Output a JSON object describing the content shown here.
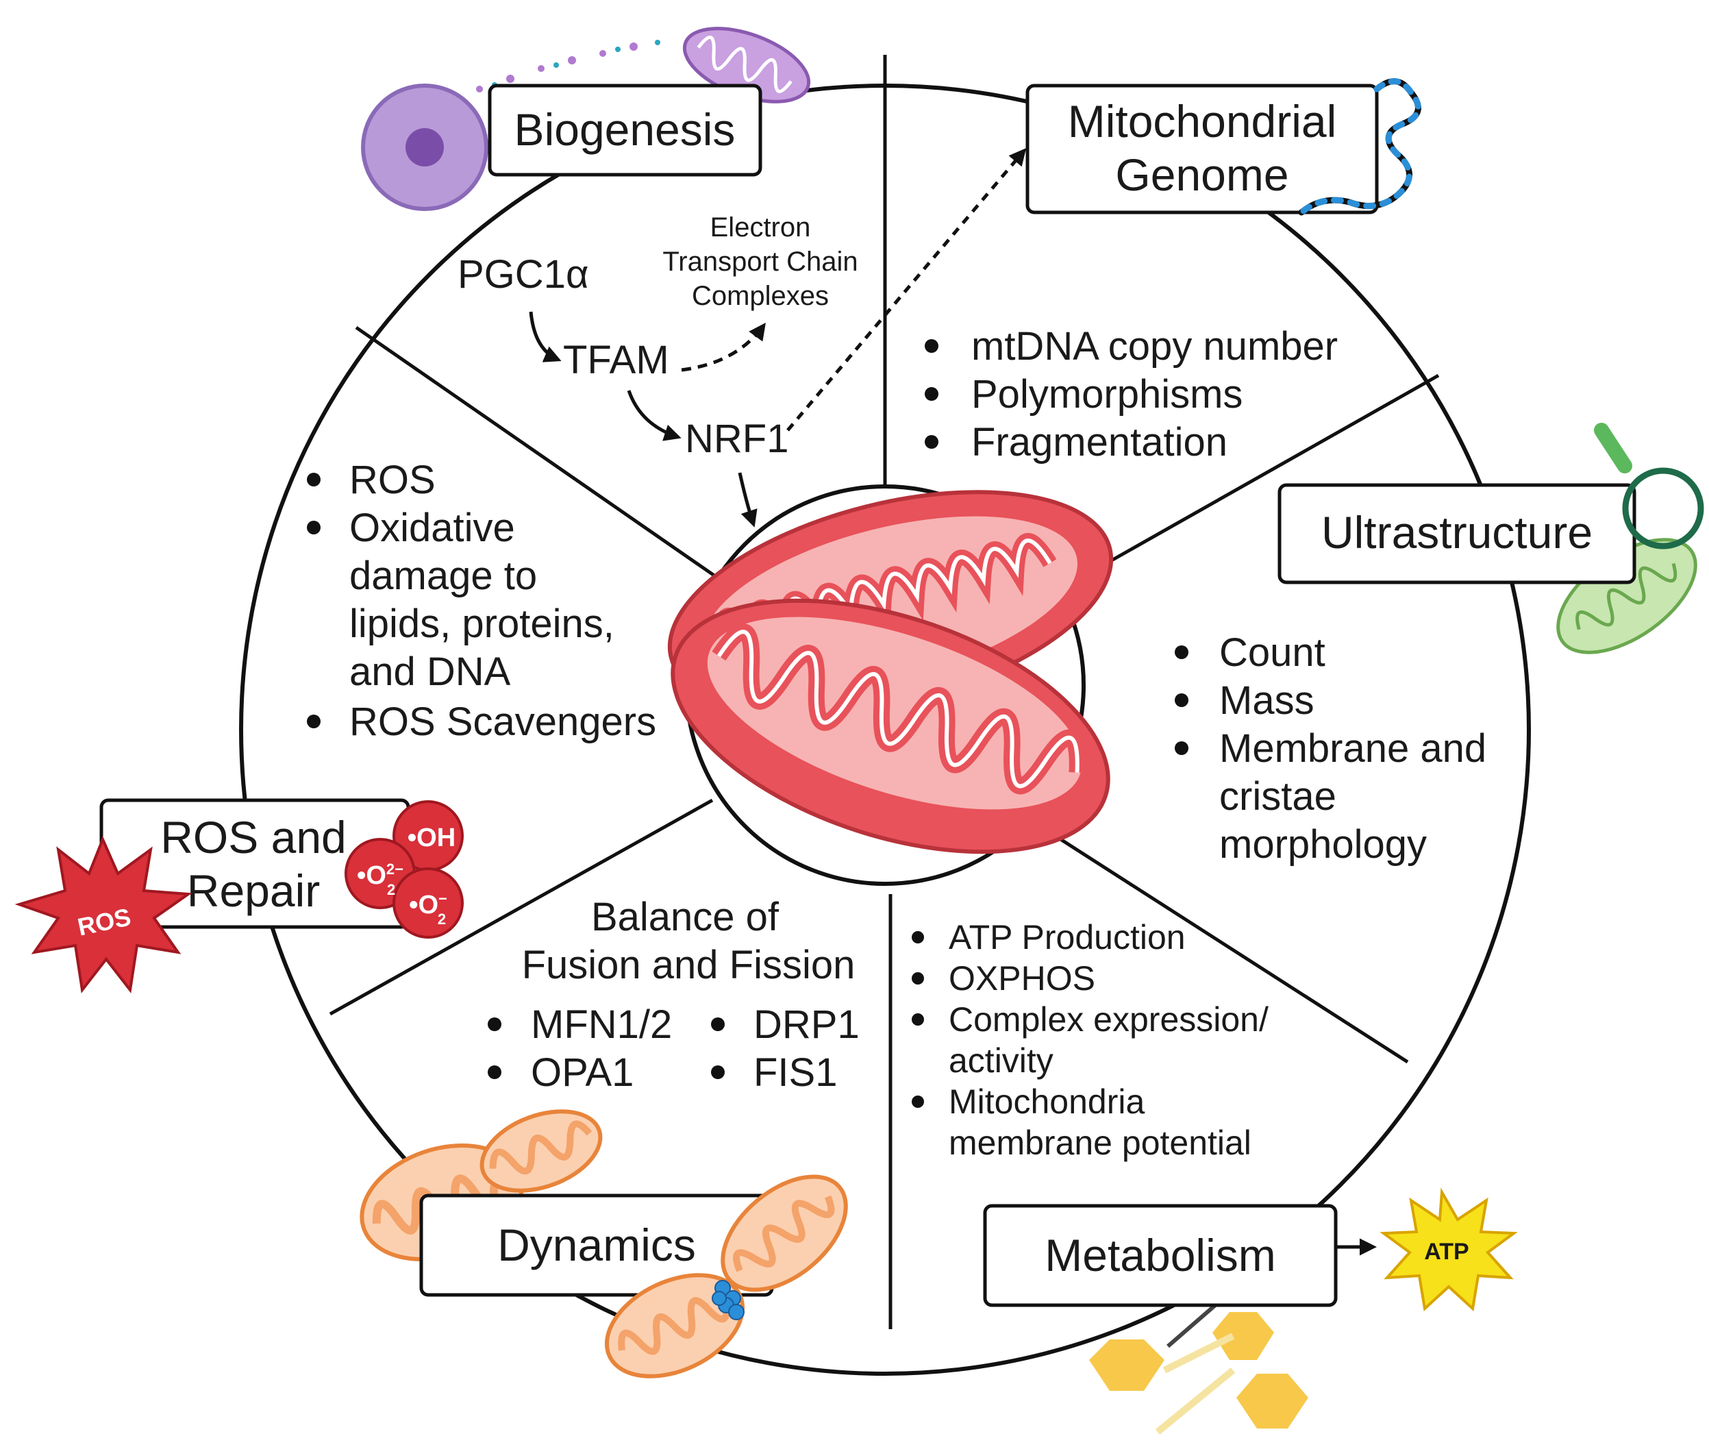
{
  "sections": {
    "biogenesis": {
      "title": "Biogenesis",
      "pathway": [
        "PGC1α",
        "TFAM",
        "NRF1"
      ],
      "etc_label": [
        "Electron",
        "Transport Chain",
        "Complexes"
      ]
    },
    "genome": {
      "title_lines": [
        "Mitochondrial",
        "Genome"
      ],
      "items": [
        "mtDNA copy number",
        "Polymorphisms",
        "Fragmentation"
      ]
    },
    "ultrastructure": {
      "title": "Ultrastructure",
      "items": [
        "Count",
        "Mass",
        "Membrane and",
        "cristae",
        "morphology"
      ]
    },
    "metabolism": {
      "title": "Metabolism",
      "items": [
        "ATP Production",
        "OXPHOS",
        "Complex expression/",
        "activity",
        "Mitochondria",
        "membrane potential"
      ],
      "atp_label": "ATP"
    },
    "dynamics": {
      "title": "Dynamics",
      "heading": [
        "Balance of",
        "Fusion and Fission"
      ],
      "fusion": [
        "MFN1/2",
        "OPA1"
      ],
      "fission": [
        "DRP1",
        "FIS1"
      ]
    },
    "ros": {
      "title_lines": [
        "ROS and",
        "Repair"
      ],
      "items": [
        "ROS",
        "Oxidative",
        "damage to",
        "lipids, proteins,",
        "and DNA",
        "ROS Scavengers"
      ],
      "burst_label": "ROS",
      "radicals": [
        "OH",
        "O",
        "O"
      ]
    }
  },
  "colors": {
    "outline": "#111111",
    "mito_red": "#e8525a",
    "mito_light": "#f7b3b3",
    "dna_blue": "#2a8fd8",
    "nucleus_purple": "#b89ad8",
    "ultra_green": "#a8d48e",
    "ultra_ring": "#1e6b4a",
    "ros_red": "#d9303a",
    "atp_yellow": "#f7e11a",
    "hex_yellow": "#f7c84a",
    "dynamics_orange": "#f4a36a"
  }
}
